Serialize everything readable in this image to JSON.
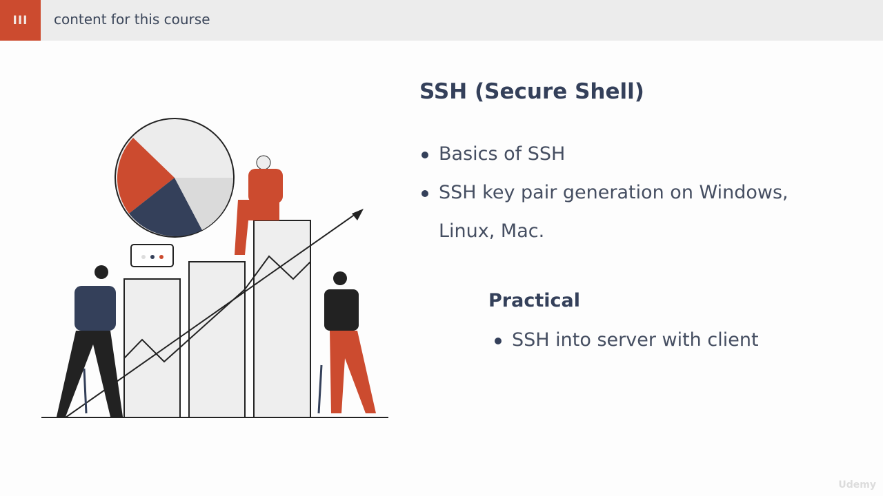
{
  "header": {
    "section_number": "III",
    "section_title": "content for this course"
  },
  "slide": {
    "title": "SSH (Secure Shell)",
    "bullets": [
      "Basics of SSH",
      "SSH key pair generation on Windows, Linux, Mac."
    ],
    "subsection": {
      "title": "Practical",
      "bullets": [
        "SSH into server with client"
      ]
    }
  },
  "watermark": "Udemy",
  "colors": {
    "accent": "#cc4b2f",
    "navy": "#34405a",
    "header_bg": "#ececec"
  }
}
